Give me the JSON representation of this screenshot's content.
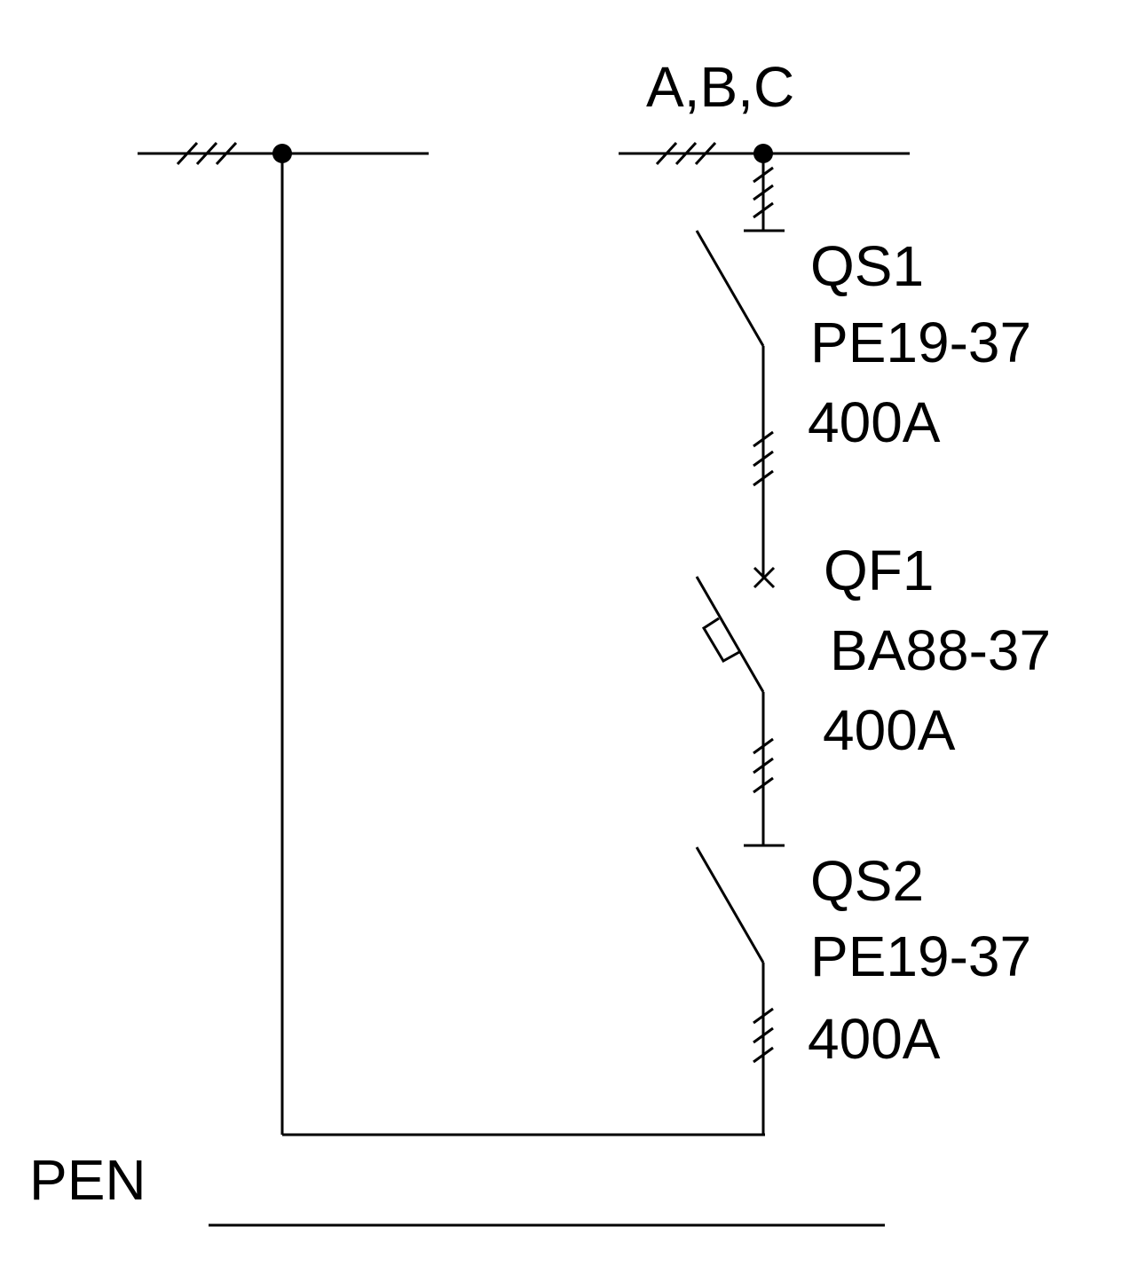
{
  "bus": {
    "phases_label": "A,B,C",
    "pen_label": "PEN"
  },
  "devices": [
    {
      "designation": "QS1",
      "model": "PE19-37",
      "rating": "400A"
    },
    {
      "designation": "QF1",
      "model": "BA88-37",
      "rating": "400A"
    },
    {
      "designation": "QS2",
      "model": "PE19-37",
      "rating": "400A"
    }
  ],
  "colors": {
    "line": "#000000",
    "background": "#ffffff"
  }
}
